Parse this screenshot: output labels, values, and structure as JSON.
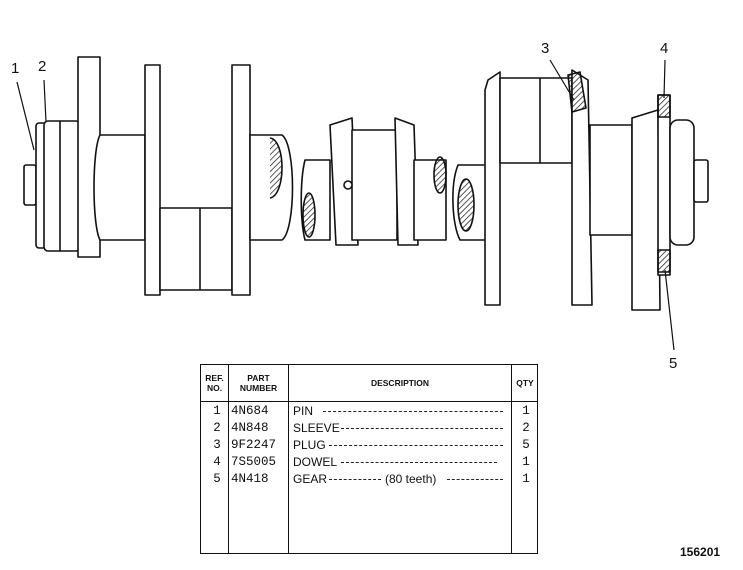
{
  "callouts": [
    "1",
    "2",
    "3",
    "4",
    "5"
  ],
  "table": {
    "headers": {
      "ref_no": "REF. NO.",
      "part_number": "PART NUMBER",
      "description": "DESCRIPTION",
      "qty": "QTY"
    },
    "rows": [
      {
        "ref": "1",
        "part": "4N684",
        "desc": "PIN",
        "note": "",
        "qty": "1"
      },
      {
        "ref": "2",
        "part": "4N848",
        "desc": "SLEEVE",
        "note": "",
        "qty": "2"
      },
      {
        "ref": "3",
        "part": "9F2247",
        "desc": "PLUG",
        "note": "",
        "qty": "5"
      },
      {
        "ref": "4",
        "part": "7S5005",
        "desc": "DOWEL",
        "note": "",
        "qty": "1"
      },
      {
        "ref": "5",
        "part": "4N418",
        "desc": "GEAR",
        "note": "(80 teeth)",
        "qty": "1"
      }
    ]
  },
  "figure_number": "156201"
}
